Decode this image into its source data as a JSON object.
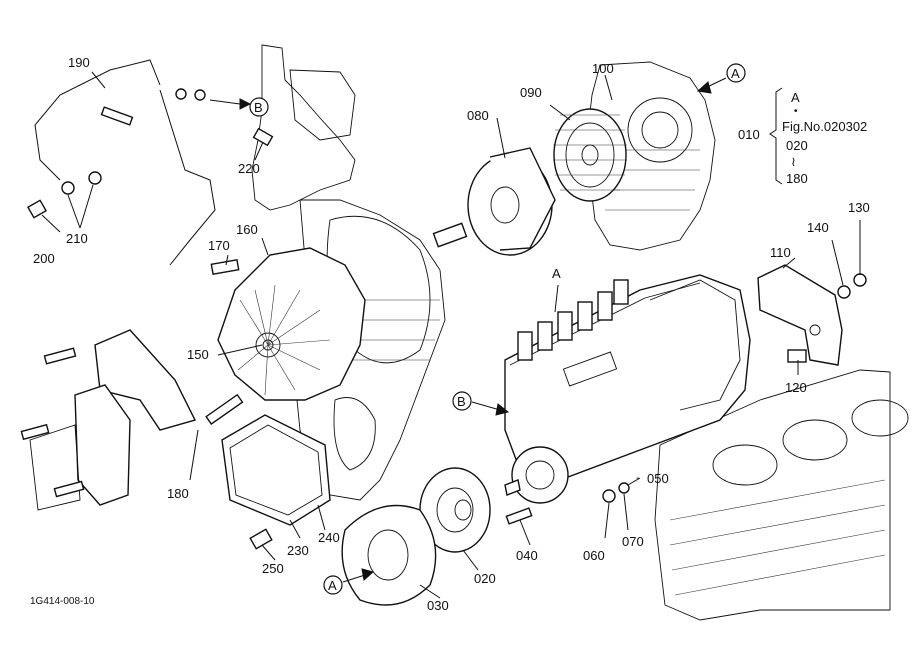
{
  "drawing_code": "1G414-008-10",
  "callout_legend": {
    "ref_code": "010",
    "letter": "A",
    "fig_no": "Fig.No.020302",
    "range_start": "020",
    "range_symbol": "≀",
    "range_end": "180"
  },
  "ref_letters": {
    "a": "A",
    "b": "B"
  },
  "parts": {
    "p020": "020",
    "p030": "030",
    "p040": "040",
    "p050": "050",
    "p060": "060",
    "p070": "070",
    "p080": "080",
    "p090": "090",
    "p100": "100",
    "p110": "110",
    "p120": "120",
    "p130": "130",
    "p140": "140",
    "p150": "150",
    "p160": "160",
    "p170": "170",
    "p180": "180",
    "p190": "190",
    "p200": "200",
    "p210": "210",
    "p220": "220",
    "p230": "230",
    "p240": "240",
    "p250": "250"
  }
}
